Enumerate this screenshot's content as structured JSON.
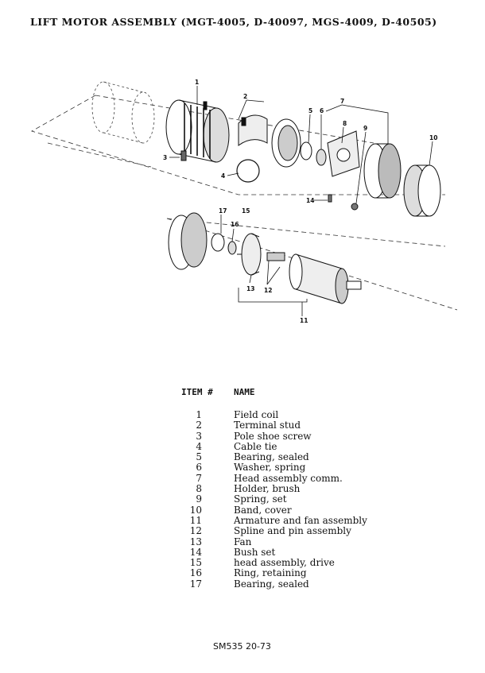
{
  "title": "LIFT MOTOR ASSEMBLY (MGT-4005, D-40097, MGS-4009, D-40505)",
  "table": {
    "header_item": "ITEM #",
    "header_name": "NAME",
    "rows": [
      {
        "num": "1",
        "name": "Field coil"
      },
      {
        "num": "2",
        "name": "Terminal stud"
      },
      {
        "num": "3",
        "name": "Pole shoe screw"
      },
      {
        "num": "4",
        "name": "Cable tie"
      },
      {
        "num": "5",
        "name": "Bearing, sealed"
      },
      {
        "num": "6",
        "name": "Washer, spring"
      },
      {
        "num": "7",
        "name": "Head assembly comm."
      },
      {
        "num": "8",
        "name": "Holder, brush"
      },
      {
        "num": "9",
        "name": "Spring, set"
      },
      {
        "num": "10",
        "name": "Band, cover"
      },
      {
        "num": "11",
        "name": "Armature and fan assembly"
      },
      {
        "num": "12",
        "name": "Spline and pin assembly"
      },
      {
        "num": "13",
        "name": "Fan"
      },
      {
        "num": "14",
        "name": "Bush set"
      },
      {
        "num": "15",
        "name": "head assembly, drive"
      },
      {
        "num": "16",
        "name": "Ring, retaining"
      },
      {
        "num": "17",
        "name": "Bearing, sealed"
      }
    ]
  },
  "diagram": {
    "callouts": [
      "1",
      "2",
      "3",
      "4",
      "5",
      "6",
      "7",
      "8",
      "9",
      "10",
      "11",
      "12",
      "13",
      "14",
      "15",
      "16",
      "17"
    ]
  },
  "footer": "SM535 20-73"
}
